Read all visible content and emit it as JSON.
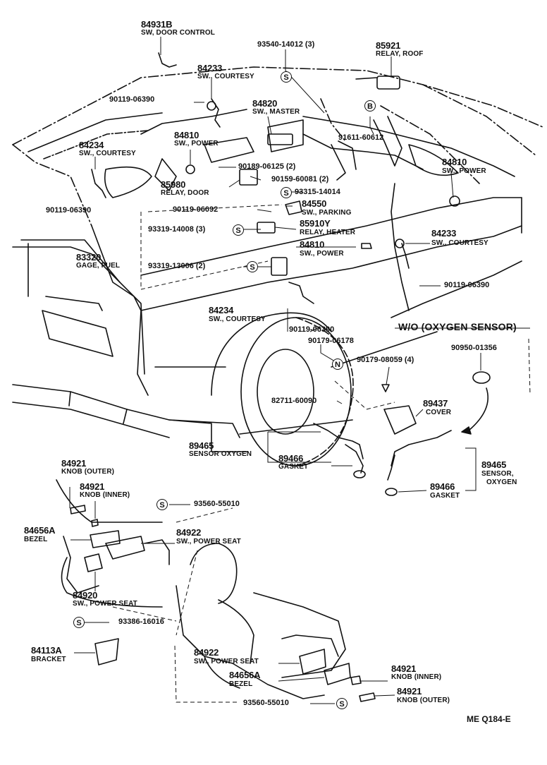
{
  "labels": {
    "sw_door_control": {
      "pn": "84931B",
      "desc": "SW, DOOR CONTROL"
    },
    "bolt_93540": {
      "pn": "93540-14012 (3)"
    },
    "relay_roof": {
      "pn": "85921",
      "desc": "RELAY, ROOF"
    },
    "sw_courtesy_top": {
      "pn": "84233",
      "desc": "SW., COURTESY"
    },
    "screw_90119_a": {
      "pn": "90119-06390"
    },
    "sw_master": {
      "pn": "84820",
      "desc": "SW., MASTER"
    },
    "clip_91611": {
      "pn": "91611-60612"
    },
    "sw_power_left": {
      "pn": "84810",
      "desc": "SW., POWER"
    },
    "sw_courtesy_left": {
      "pn": "84234",
      "desc": "SW., COURTESY"
    },
    "screw_90189": {
      "pn": "90189-06125 (2)"
    },
    "sw_power_right": {
      "pn": "84810",
      "desc": "SW., POWER"
    },
    "relay_door": {
      "pn": "85980",
      "desc": "RELAY, DOOR"
    },
    "nut_90159": {
      "pn": "90159-60081 (2)"
    },
    "bolt_93315": {
      "pn": "93315-14014"
    },
    "screw_90119_b": {
      "pn": "90119-06390"
    },
    "sw_parking": {
      "pn": "84550",
      "desc": "SW., PARKING"
    },
    "screw_90119_c": {
      "pn": "90119-06092"
    },
    "relay_heater": {
      "pn": "85910Y",
      "desc": "RELAY, HEATER"
    },
    "bolt_93319_a": {
      "pn": "93319-14008 (3)"
    },
    "sw_courtesy_right": {
      "pn": "84233",
      "desc": "SW., COURTESY"
    },
    "gage_fuel": {
      "pn": "83320",
      "desc": "GAGE, FUEL"
    },
    "sw_power_mid": {
      "pn": "84810",
      "desc": "SW., POWER"
    },
    "bolt_93319_b": {
      "pn": "93319-13006 (2)"
    },
    "screw_90119_d": {
      "pn": "90119-06390"
    },
    "sw_courtesy_bottom": {
      "pn": "84234",
      "desc": "SW., COURTESY"
    },
    "screw_90119_e": {
      "pn": "90119-06390"
    },
    "wo_oxygen": {
      "text": "W/O (OXYGEN SENSOR)"
    },
    "clip_90179_a": {
      "pn": "90179-06178"
    },
    "clip_90179_b": {
      "pn": "90179-08059 (4)"
    },
    "plug_90950": {
      "pn": "90950-01356"
    },
    "clamp_82711": {
      "pn": "82711-60090"
    },
    "cover_89437": {
      "pn": "89437",
      "desc": "COVER"
    },
    "sensor_oxygen_left": {
      "pn": "89465",
      "desc": "SENSOR OXYGEN"
    },
    "gasket_left": {
      "pn": "89466",
      "desc": "GASKET"
    },
    "sensor_oxygen_right": {
      "pn": "89465",
      "desc1": "SENSOR,",
      "desc2": "OXYGEN"
    },
    "gasket_right": {
      "pn": "89466",
      "desc": "GASKET"
    },
    "knob_outer_top": {
      "pn": "84921",
      "desc": "KNOB (OUTER)"
    },
    "knob_inner_top": {
      "pn": "84921",
      "desc": "KNOB (INNER)"
    },
    "screw_93560_top": {
      "pn": "93560-55010"
    },
    "bezel_top": {
      "pn": "84656A",
      "desc": "BEZEL"
    },
    "sw_power_seat_top": {
      "pn": "84922",
      "desc": "SW., POWER SEAT"
    },
    "sw_power_seat_left": {
      "pn": "84920",
      "desc": "SW., POWER SEAT"
    },
    "screw_93386": {
      "pn": "93386-16016"
    },
    "bracket": {
      "pn": "84113A",
      "desc": "BRACKET"
    },
    "sw_power_seat_bottom": {
      "pn": "84922",
      "desc": "SW., POWER SEAT"
    },
    "bezel_bottom": {
      "pn": "84656A",
      "desc": "BEZEL"
    },
    "knob_inner_bottom": {
      "pn": "84921",
      "desc": "KNOB (INNER)"
    },
    "knob_outer_bottom": {
      "pn": "84921",
      "desc": "KNOB (OUTER)"
    },
    "screw_93560_bottom": {
      "pn": "93560-55010"
    }
  },
  "symbols": {
    "s": "S",
    "b": "B",
    "n": "N"
  },
  "footer": {
    "code": "ME  Q184-E"
  }
}
